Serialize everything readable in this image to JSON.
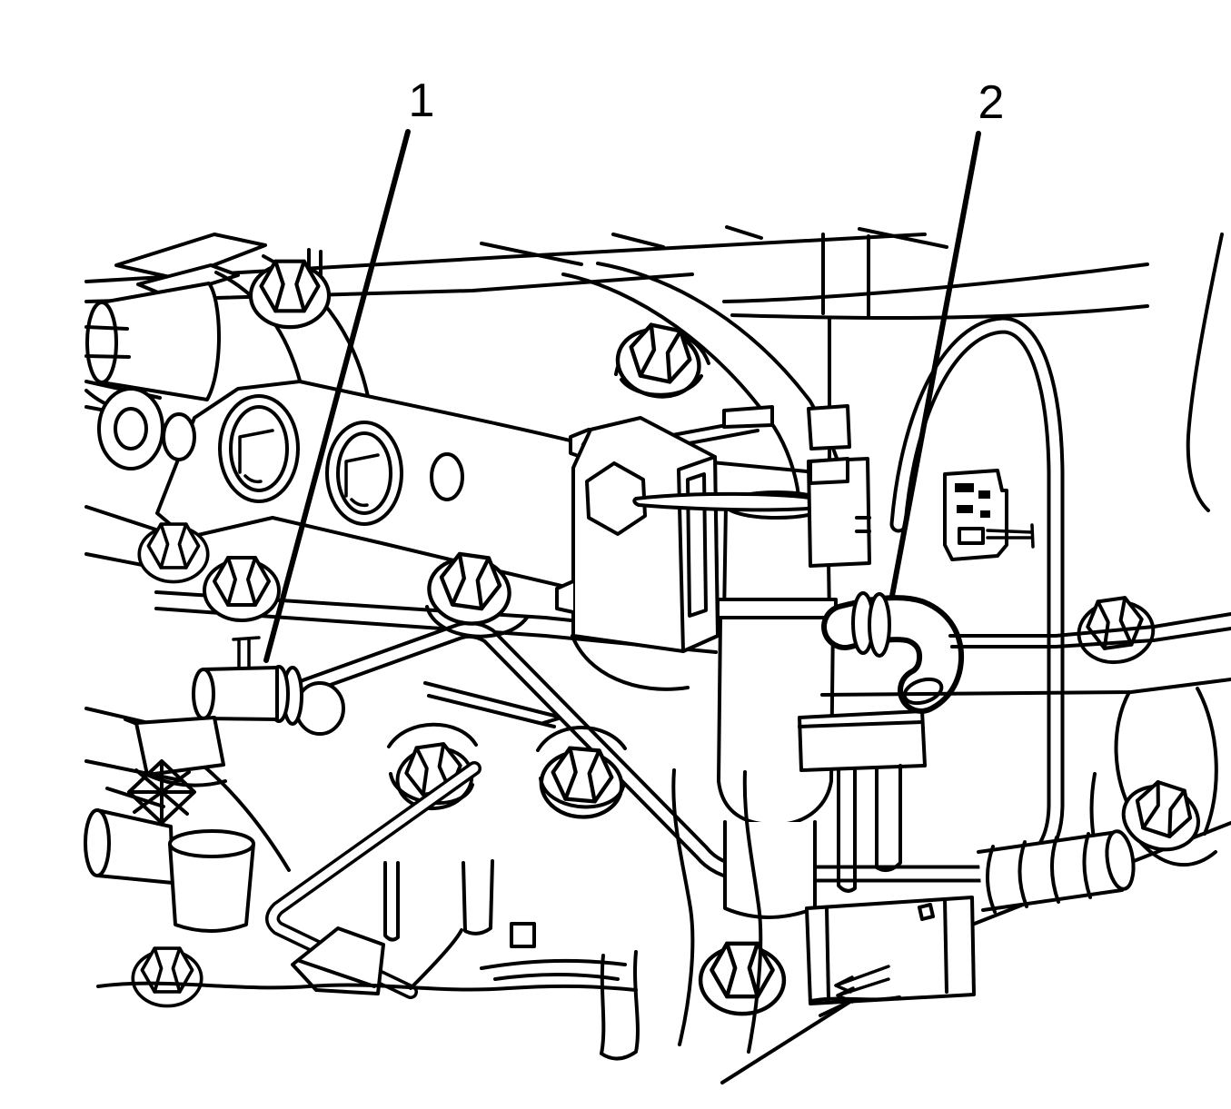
{
  "figure": {
    "kind": "engine service line illustration",
    "background_color": "#ffffff",
    "line_color": "#000000",
    "callouts": [
      {
        "label": "1"
      },
      {
        "label": "2"
      }
    ]
  }
}
